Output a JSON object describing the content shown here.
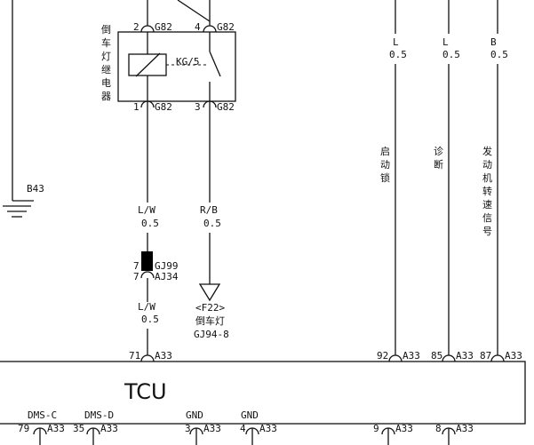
{
  "relay": {
    "label": "倒车灯继电器",
    "label_chars": [
      "倒",
      "车",
      "灯",
      "继",
      "电",
      "器"
    ],
    "pins": [
      {
        "pin": "2",
        "conn": "G82"
      },
      {
        "pin": "4",
        "conn": "G82"
      },
      {
        "pin": "1",
        "conn": "G82"
      },
      {
        "pin": "3",
        "conn": "G82"
      }
    ],
    "switch_label": "KG/5"
  },
  "ground_left": {
    "label": "B43"
  },
  "wire_lw": {
    "color": "L/W",
    "size": "0.5"
  },
  "wire_rb": {
    "color": "R/B",
    "size": "0.5"
  },
  "wire_lw2": {
    "color": "L/W",
    "size": "0.5"
  },
  "inline_connector": {
    "top": {
      "pin": "7",
      "conn": "GJ99"
    },
    "bottom": {
      "pin": "7",
      "conn": "AJ34"
    }
  },
  "lamp_ref": {
    "ref": "<F22>",
    "name": "倒车灯",
    "conn": "GJ94-8"
  },
  "right_wires": [
    {
      "color": "L",
      "size": "0.5",
      "function": "启动锁",
      "chars": [
        "启",
        "动",
        "锁"
      ]
    },
    {
      "color": "L",
      "size": "0.5",
      "function": "诊断",
      "chars": [
        "诊",
        "断"
      ]
    },
    {
      "color": "B",
      "size": "0.5",
      "function": "发动机转速信号",
      "chars": [
        "发",
        "动",
        "机",
        "转",
        "速",
        "信",
        "号"
      ]
    }
  ],
  "tcu": {
    "label": "TCU",
    "top_pins": [
      {
        "pin": "71",
        "conn": "A33"
      },
      {
        "pin": "92",
        "conn": "A33"
      },
      {
        "pin": "85",
        "conn": "A33"
      },
      {
        "pin": "87",
        "conn": "A33"
      }
    ],
    "bottom_pins": [
      {
        "signal": "DMS-C",
        "pin": "79",
        "conn": "A33"
      },
      {
        "signal": "DMS-D",
        "pin": "35",
        "conn": "A33"
      },
      {
        "signal": "GND",
        "pin": "3",
        "conn": "A33"
      },
      {
        "signal": "GND",
        "pin": "4",
        "conn": "A33"
      },
      {
        "signal": "",
        "pin": "9",
        "conn": "A33"
      },
      {
        "signal": "",
        "pin": "8",
        "conn": "A33"
      }
    ]
  }
}
